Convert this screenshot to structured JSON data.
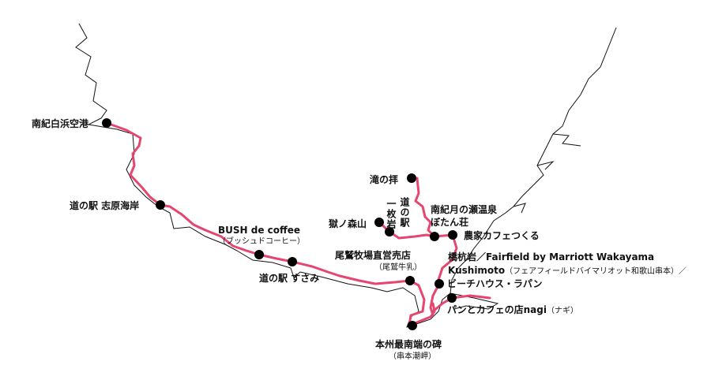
{
  "colors": {
    "route": "#e6456f",
    "coast": "#111111",
    "marker": "#000000"
  },
  "places": {
    "airport": "南紀白浜空港",
    "shiwara": "道の駅 志原海岸",
    "bush": "BUSH de coffee",
    "bush_sub": "（ブッシュドコーヒー）",
    "susami": "道の駅 すさみ",
    "owashi": "尾鷲牧場直営売店",
    "owashi_sub": "（尾鷲牛乳）",
    "southmost": "本州最南端の碑",
    "southmost_sub": "（串本潮岬）",
    "takenomori": "獄ノ森山",
    "ichimaiiwa": "一枚岩",
    "michinoeki": "道の駅",
    "takinohai": "滝の拝",
    "onsen": "南紀月の瀬温泉",
    "botan": "ぼたん荘",
    "cafe_tsukuru": "農家カフェつくる",
    "hashikui": "橋杭岩／Fairfield by Marriott Wakayama",
    "kushimoto": "Kushimoto",
    "kushimoto_sub": "（フェアフィールドバイマリオット和歌山串本）／",
    "beach": "ビーチハウス・ラパン",
    "nagi": "パンとカフェの店nagi",
    "nagi_sub": "（ナギ）"
  }
}
